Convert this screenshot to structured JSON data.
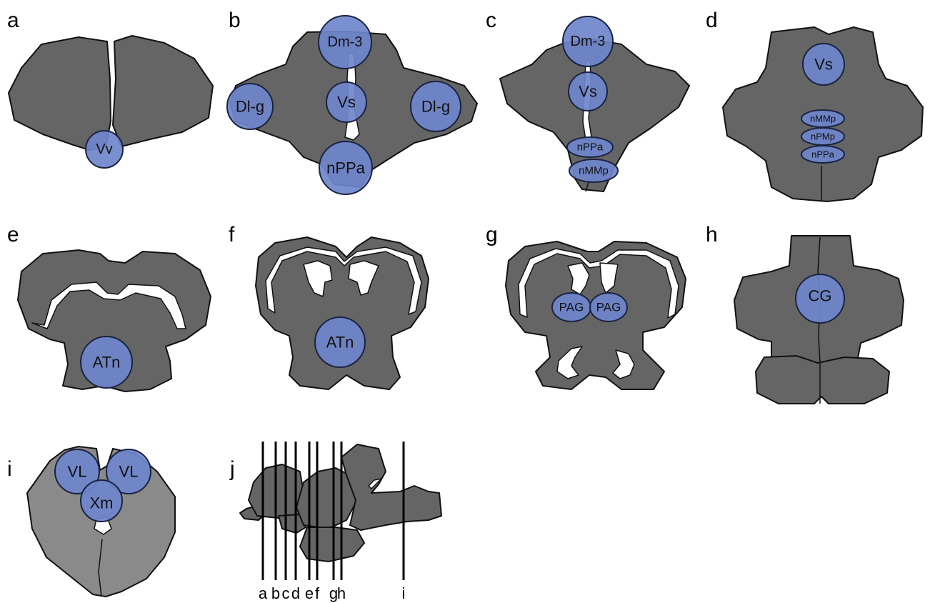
{
  "panels": {
    "a": {
      "letter": "a",
      "regions": [
        "Vv"
      ]
    },
    "b": {
      "letter": "b",
      "regions": [
        "Dm-3",
        "Dl-g",
        "Vs",
        "Dl-g",
        "nPPa"
      ]
    },
    "c": {
      "letter": "c",
      "regions": [
        "Dm-3",
        "Vs",
        "nPPa",
        "nMMp"
      ]
    },
    "d": {
      "letter": "d",
      "regions": [
        "Vs",
        "nMMp",
        "nPMp",
        "nPPa"
      ]
    },
    "e": {
      "letter": "e",
      "regions": [
        "ATn"
      ]
    },
    "f": {
      "letter": "f",
      "regions": [
        "ATn"
      ]
    },
    "g": {
      "letter": "g",
      "regions": [
        "PAG",
        "PAG"
      ]
    },
    "h": {
      "letter": "h",
      "regions": [
        "CG"
      ]
    },
    "i": {
      "letter": "i",
      "regions": [
        "VL",
        "VL",
        "Xm"
      ]
    },
    "j": {
      "letter": "j",
      "slice_labels": [
        "a",
        "b",
        "c",
        "d",
        "e",
        "f",
        "g",
        "h",
        "i"
      ]
    }
  },
  "colors": {
    "tissue": "#656565",
    "tissue_light": "#8a8a8a",
    "region_fill": "#6f86cc",
    "region_stroke": "#1a2340",
    "ventricle": "#ffffff"
  }
}
